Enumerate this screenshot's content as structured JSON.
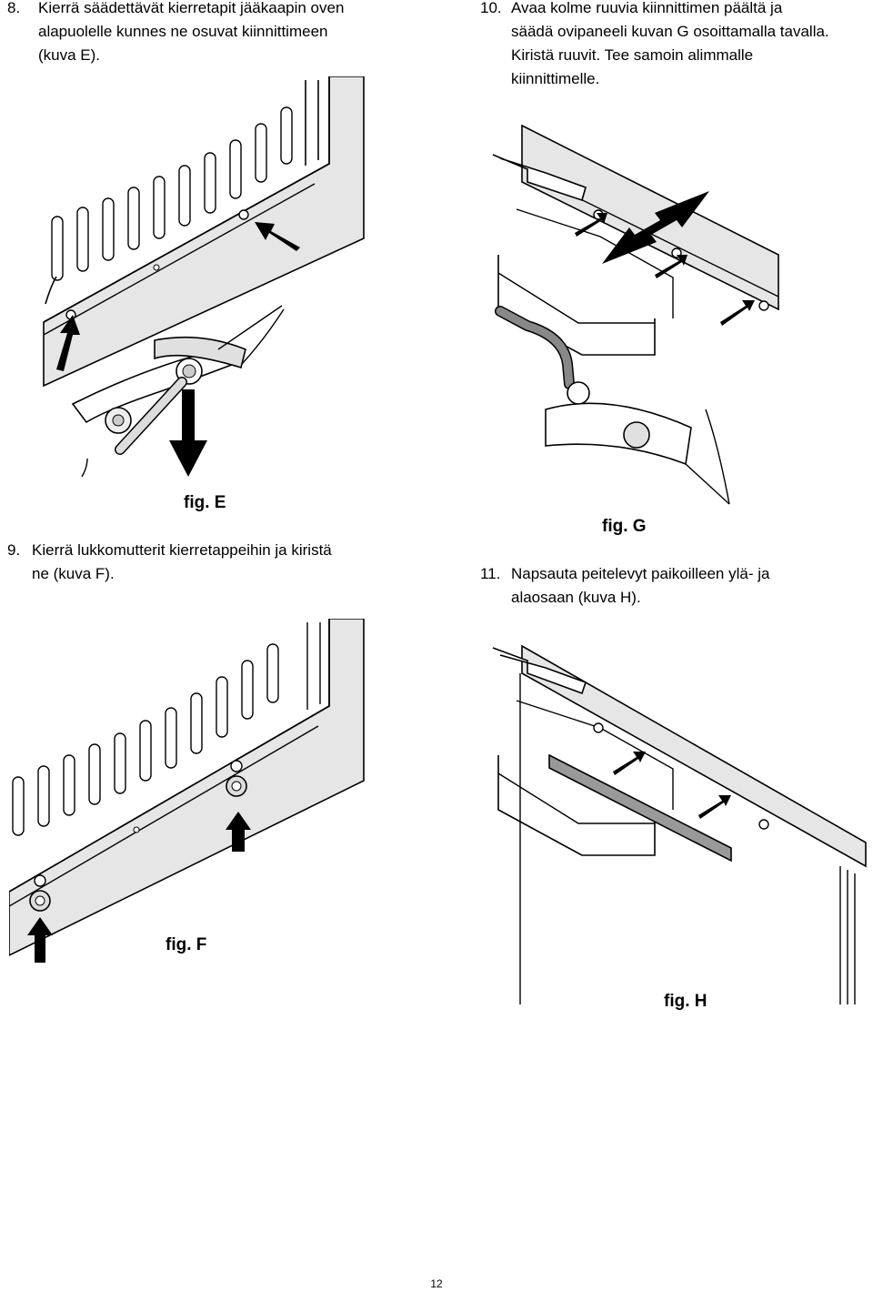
{
  "steps": [
    {
      "number": "8.",
      "lines": [
        "Kierrä säädettävät kierretapit jääkaapin oven",
        "alapuolelle kunnes ne osuvat kiinnittimeen",
        "(kuva E)."
      ]
    },
    {
      "number": "10.",
      "lines": [
        "Avaa kolme ruuvia kiinnittimen päältä ja",
        "säädä ovipaneeli kuvan G osoittamalla tavalla.",
        "Kiristä ruuvit. Tee samoin alimmalle",
        "kiinnittimelle."
      ]
    },
    {
      "number": "9.",
      "lines": [
        "Kierrä lukkomutterit kierretappeihin ja kiristä",
        "ne (kuva F)."
      ]
    },
    {
      "number": "11.",
      "lines": [
        "Napsauta peitelevyt paikoilleen ylä- ja",
        "alaosaan (kuva H)."
      ]
    }
  ],
  "figures": {
    "e": "fig. E",
    "f": "fig. F",
    "g": "fig. G",
    "h": "fig. H"
  },
  "page_number": "12"
}
